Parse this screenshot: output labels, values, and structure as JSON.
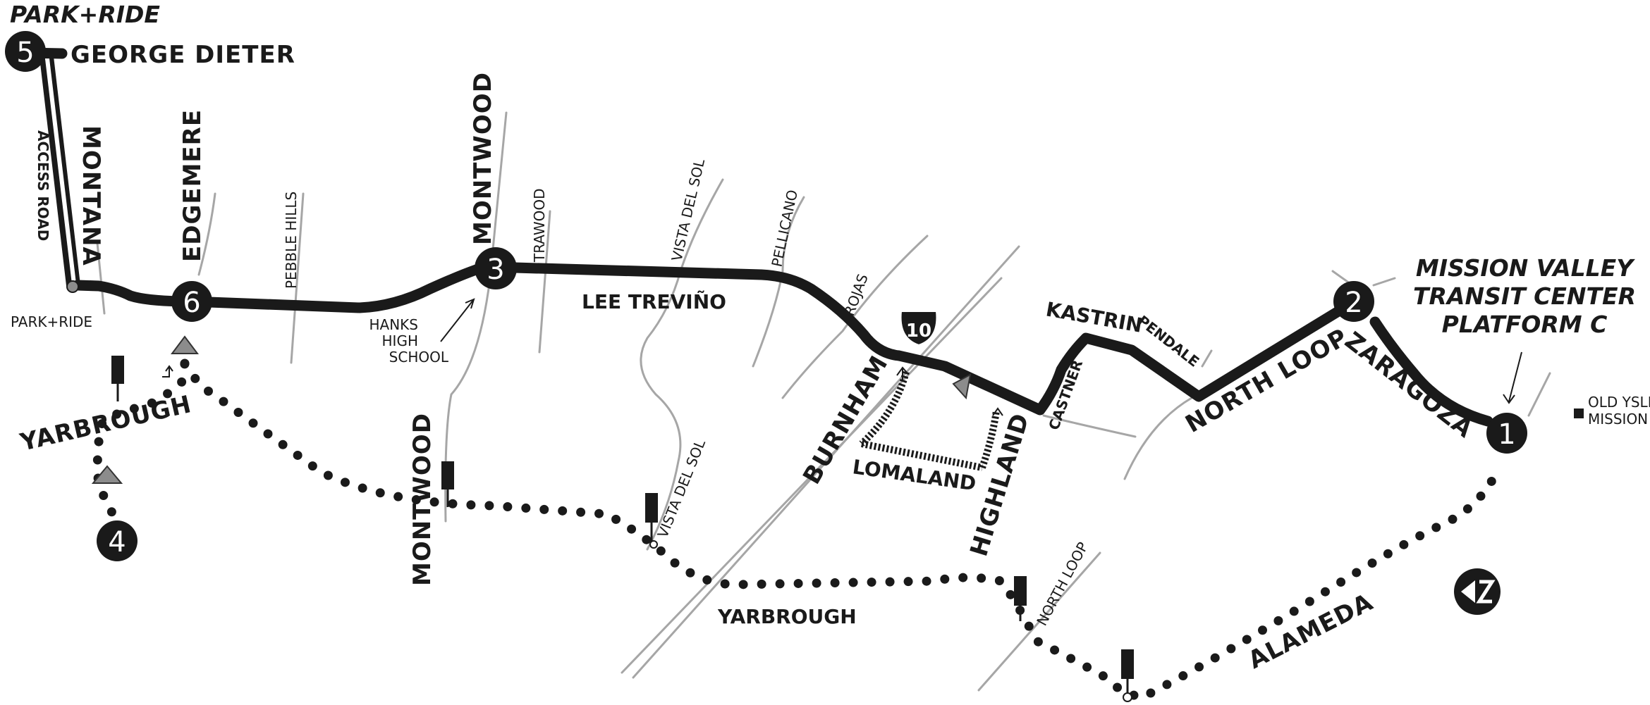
{
  "labels": {
    "park_ride_top": "PARK+RIDE",
    "george_dieter": "GEORGE DIETER",
    "access_road": "ACCESS ROAD",
    "montana": "MONTANA",
    "edgemere": "EDGEMERE",
    "pebble_hills": "PEBBLE HILLS",
    "montwood_upper": "MONTWOOD",
    "trawood": "TRAWOOD",
    "vista_del_sol_upper": "VISTA DEL SOL",
    "pellicano": "PELLICANO",
    "rojas": "ROJAS",
    "lee_trevino": "LEE TREVIÑO",
    "park_ride_lower": "PARK+RIDE",
    "hanks_line1": "HANKS",
    "hanks_line2": "HIGH",
    "hanks_line3": "SCHOOL",
    "yarbrough_west": "YARBROUGH",
    "montwood_lower": "MONTWOOD",
    "vista_del_sol_lower": "VISTA DEL SOL",
    "yarbrough_mid": "YARBROUGH",
    "burnham": "BURNHAM",
    "lomaland": "LOMALAND",
    "highland": "HIGHLAND",
    "castner": "CASTNER",
    "kastrin": "KASTRIN",
    "pendale": "PENDALE",
    "north_loop_main": "NORTH LOOP",
    "north_loop_small": "NORTH LOOP",
    "zaragoza": "ZARAGOZA",
    "alameda": "ALAMEDA",
    "mission_valley_line1": "MISSION VALLEY",
    "mission_valley_line2": "TRANSIT CENTER",
    "mission_valley_line3": "PLATFORM C",
    "old_ysleta_line1": "OLD YSLETA",
    "old_ysleta_line2": "MISSION",
    "interstate": "10"
  },
  "stops": {
    "s1": "1",
    "s2": "2",
    "s3": "3",
    "s4": "4",
    "s5": "5",
    "s6": "6"
  },
  "colors": {
    "route": "#1a1a1a",
    "streets": "#a6a6a6",
    "arrows": "#8c8c8c"
  },
  "icons": {
    "north_arrow": "north-arrow-icon",
    "bus_stop": "bus-stop-sign-icon",
    "interstate_shield": "interstate-shield-icon"
  }
}
